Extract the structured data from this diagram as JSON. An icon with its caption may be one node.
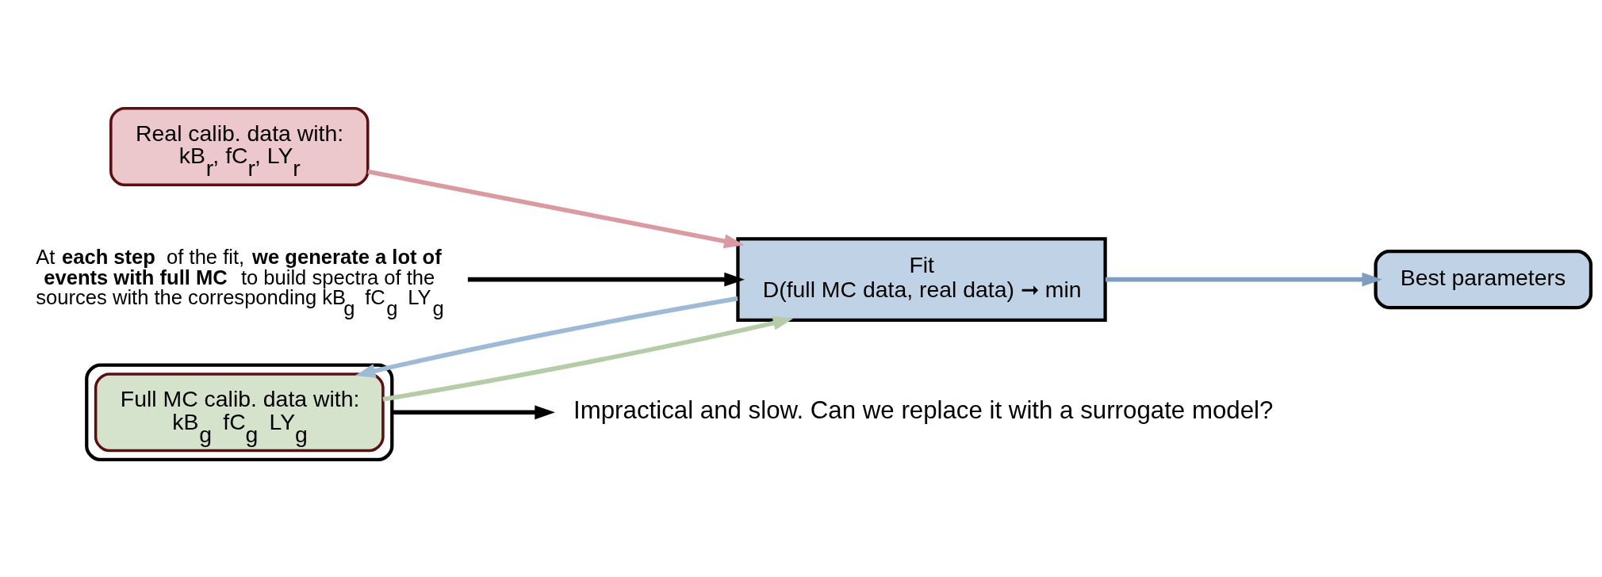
{
  "diagram": {
    "nodes": [
      {
        "text": [],
        "shape": "ellipse"
      },
      {
        "text": [
          "Full MC calib. data with:",
          "kB$_{g}$ fC$_{g}$ LY$_{g}$"
        ],
        "in": 0
      },
      {
        "text": [
          "Real calib. data with:",
          "kB$_{r}$, fC$_{r}$, LY$_{r}$"
        ]
      },
      {
        "text": [
          "At **each step** of the fit, **we generate a lot of events with full MC** to build spectra of the sources with the corresponding kB$_{g}$ fC$_{g}$ LY$_{g}$"
        ]
      },
      {
        "text": [
          "Fit",
          "D(full MC data, real data) ➞ min"
        ]
      },
      {
        "text": [
          "Best parameters"
        ]
      },
      {
        "text": [
          "Impractical and slow. Can we replace it with a surrogate model?"
        ]
      }
    ],
    "edges": [
      {
        "from": 1,
        "to": 4,
        "arrow": "to",
        "color": "#b5cca8"
      },
      {
        "from": 4,
        "to": 1,
        "arrow": "to",
        "color": "#9fbad6"
      },
      {
        "from": 2,
        "to": 4,
        "arrow": "to",
        "color": "#d99aa1"
      },
      {
        "from": 3,
        "to": 4,
        "arrow": "to",
        "color": "#000000"
      },
      {
        "from": 4,
        "to": 5,
        "arrow": "to",
        "color": "#7f9fc0"
      },
      {
        "from": 0,
        "to": 6,
        "arrow": "to",
        "color": "#000000"
      }
    ]
  }
}
